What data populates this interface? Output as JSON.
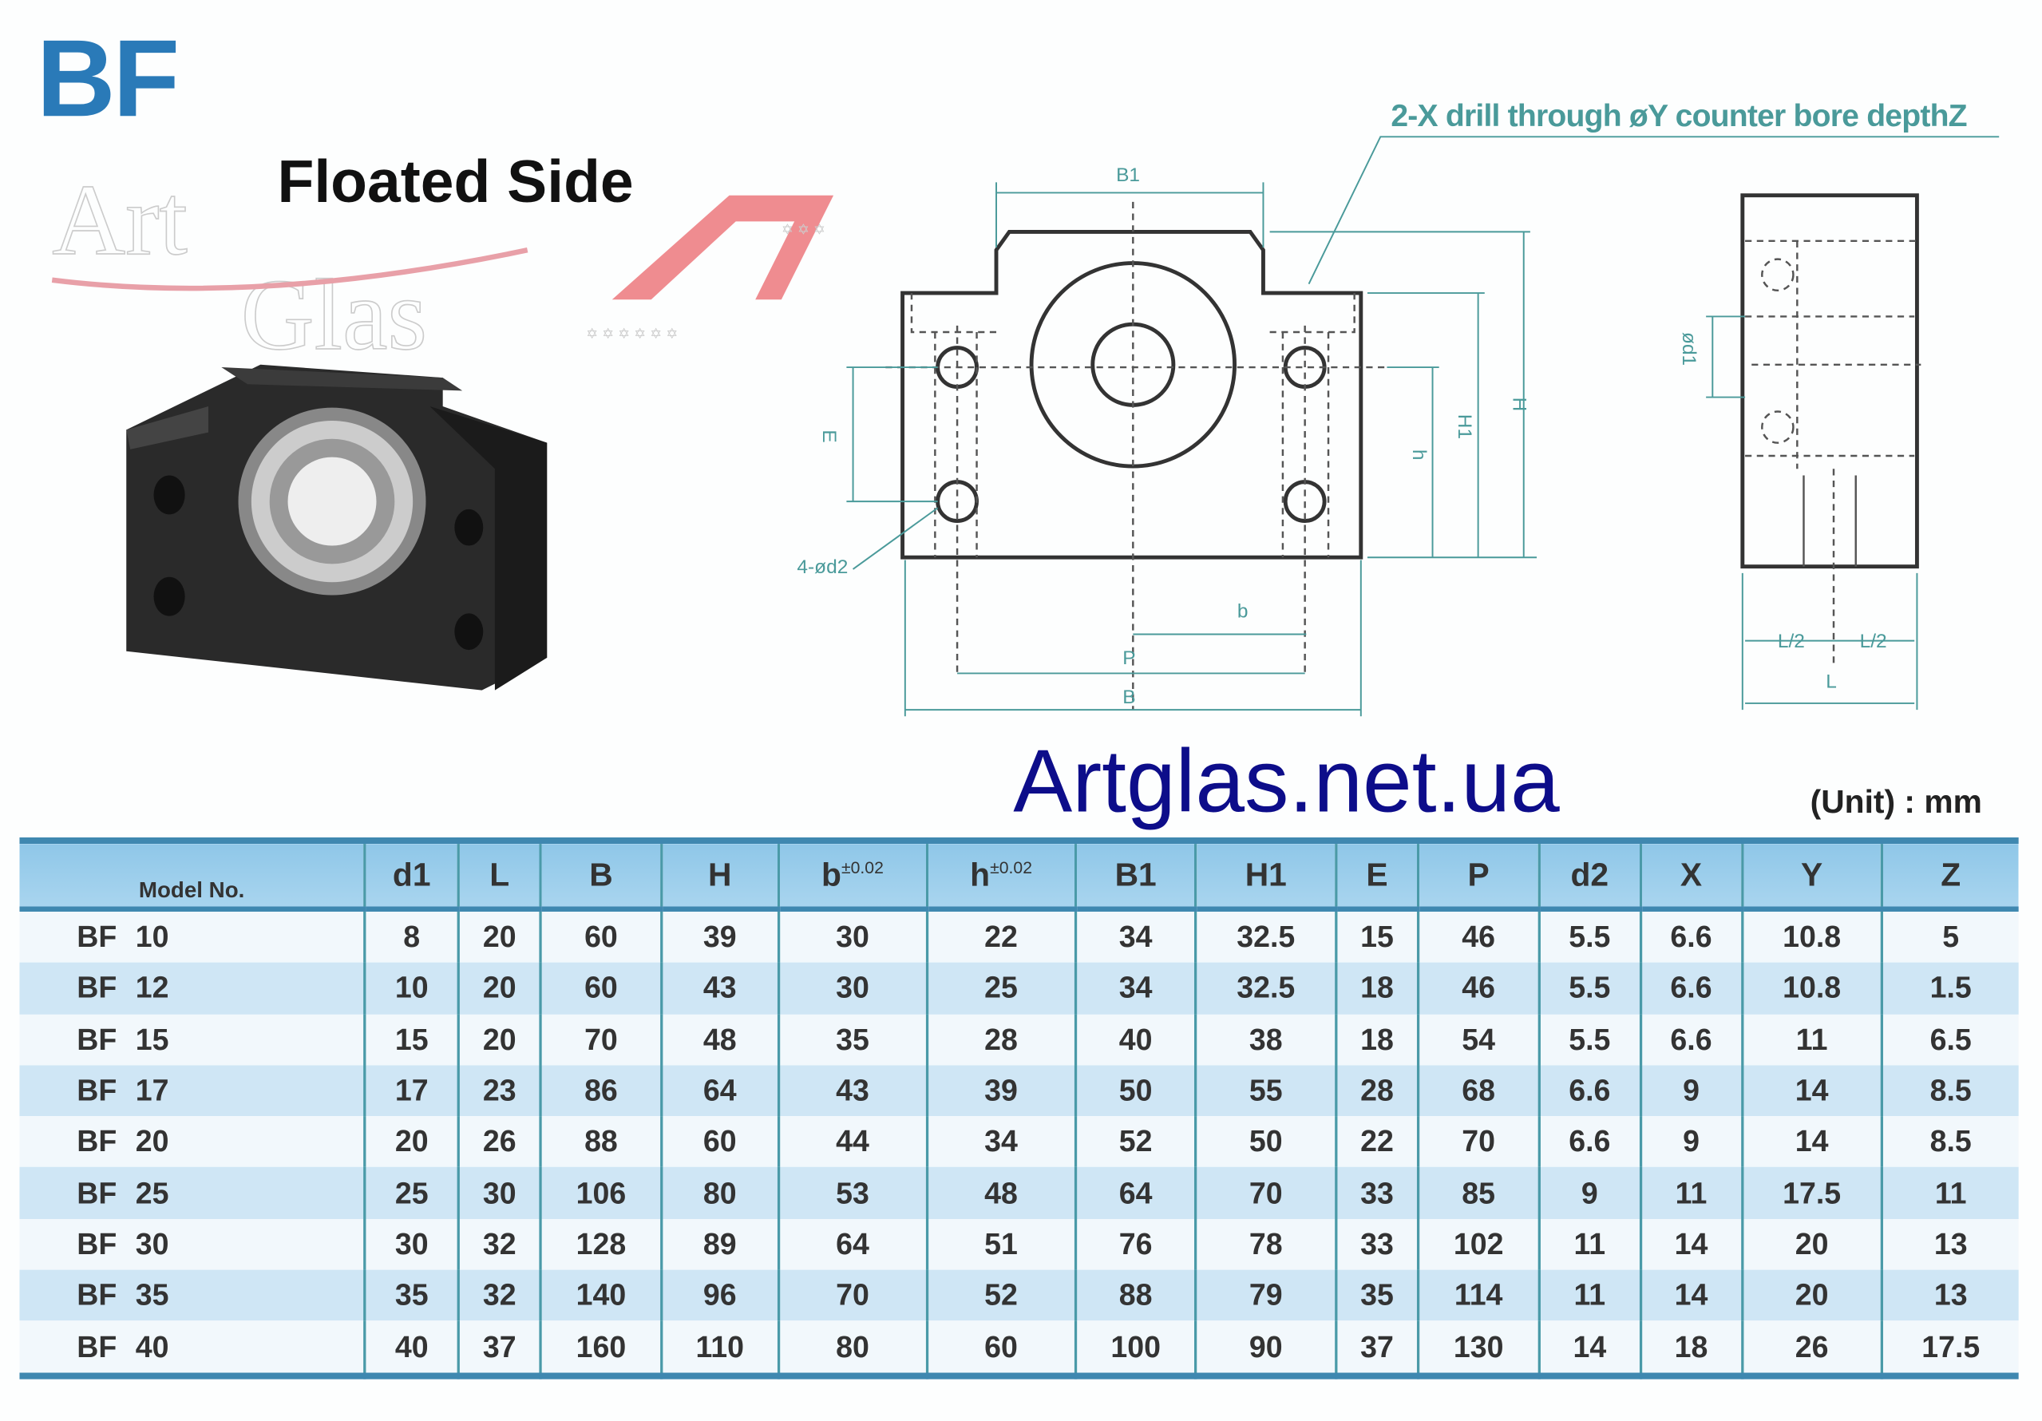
{
  "header": {
    "title": "BF",
    "subtitle": "Floated Side",
    "website": "Artglas.net.ua",
    "unit": "(Unit) : mm"
  },
  "watermark": {
    "text_line1": "Art",
    "text_line2": "Glas",
    "logo": "AT"
  },
  "drawing": {
    "note": "2-X drill through øY counter bore depthZ",
    "labels": {
      "B1": "B1",
      "H": "H",
      "H1": "H1",
      "h": "h",
      "E": "E",
      "b": "b",
      "P": "P",
      "B": "B",
      "d2": "4-ød2",
      "d1": "ød1",
      "L": "L",
      "half": "L/2"
    }
  },
  "table": {
    "columns": [
      "Model No.",
      "d1",
      "L",
      "B",
      "H",
      "b",
      "h",
      "B1",
      "H1",
      "E",
      "P",
      "d2",
      "X",
      "Y",
      "Z"
    ],
    "tolerance": "±0.02",
    "rows": [
      [
        "BF 10",
        "8",
        "20",
        "60",
        "39",
        "30",
        "22",
        "34",
        "32.5",
        "15",
        "46",
        "5.5",
        "6.6",
        "10.8",
        "5"
      ],
      [
        "BF 12",
        "10",
        "20",
        "60",
        "43",
        "30",
        "25",
        "34",
        "32.5",
        "18",
        "46",
        "5.5",
        "6.6",
        "10.8",
        "1.5"
      ],
      [
        "BF 15",
        "15",
        "20",
        "70",
        "48",
        "35",
        "28",
        "40",
        "38",
        "18",
        "54",
        "5.5",
        "6.6",
        "11",
        "6.5"
      ],
      [
        "BF 17",
        "17",
        "23",
        "86",
        "64",
        "43",
        "39",
        "50",
        "55",
        "28",
        "68",
        "6.6",
        "9",
        "14",
        "8.5"
      ],
      [
        "BF 20",
        "20",
        "26",
        "88",
        "60",
        "44",
        "34",
        "52",
        "50",
        "22",
        "70",
        "6.6",
        "9",
        "14",
        "8.5"
      ],
      [
        "BF 25",
        "25",
        "30",
        "106",
        "80",
        "53",
        "48",
        "64",
        "70",
        "33",
        "85",
        "9",
        "11",
        "17.5",
        "11"
      ],
      [
        "BF 30",
        "30",
        "32",
        "128",
        "89",
        "64",
        "51",
        "76",
        "78",
        "33",
        "102",
        "11",
        "14",
        "20",
        "13"
      ],
      [
        "BF 35",
        "35",
        "32",
        "140",
        "96",
        "70",
        "52",
        "88",
        "79",
        "35",
        "114",
        "11",
        "14",
        "20",
        "13"
      ],
      [
        "BF 40",
        "40",
        "37",
        "160",
        "110",
        "80",
        "60",
        "100",
        "90",
        "37",
        "130",
        "14",
        "18",
        "26",
        "17.5"
      ]
    ]
  }
}
